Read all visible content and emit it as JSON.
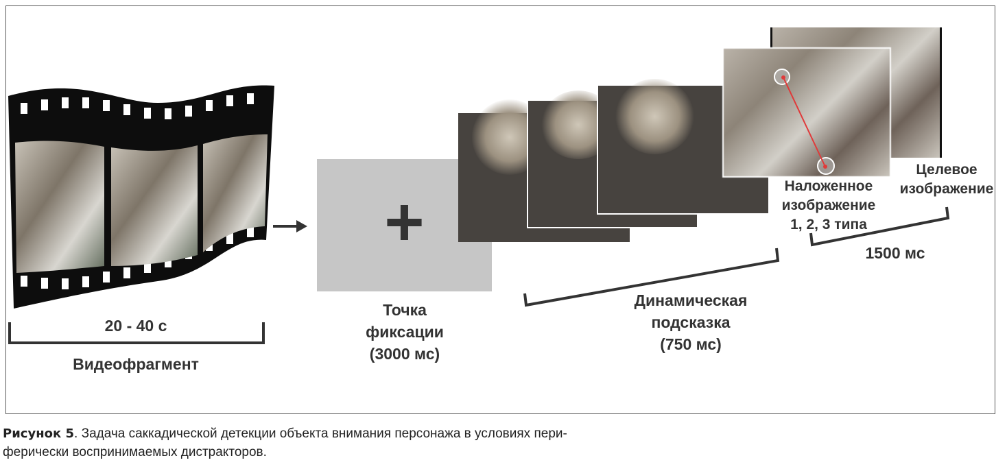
{
  "video": {
    "duration": "20 - 40 с",
    "label": "Видеофрагмент"
  },
  "fixation": {
    "line1": "Точка",
    "line2": "фиксации",
    "line3": "(3000 мс)",
    "symbol": "+"
  },
  "cue": {
    "line1": "Динамическая",
    "line2": "подсказка",
    "line3": "(750 мс)"
  },
  "overlay": {
    "line1": "Наложенное",
    "line2": "изображение",
    "line3": "1, 2, 3 типа"
  },
  "target": {
    "line1": "Целевое",
    "line2": "изображение"
  },
  "response": {
    "duration": "1500 мс"
  },
  "caption": {
    "label": "Рисунок 5",
    "text": ". Задача саккадической детекции объекта внимания персонажа в условиях пери-",
    "text2": "ферически воспринимаемых дистракторов."
  },
  "colors": {
    "dark_frame": "#47433f",
    "fixation_bg": "#c6c6c6",
    "saccade_line": "#e03a3a"
  }
}
